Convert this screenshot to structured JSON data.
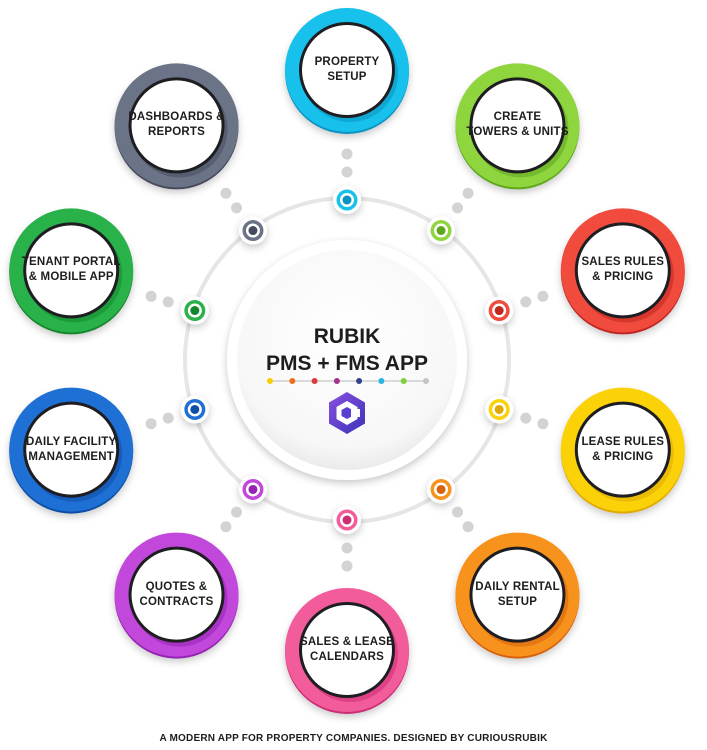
{
  "center": {
    "title_line1": "RUBIK",
    "title_line2": "PMS + FMS APP",
    "logo_icon": "rubik-hexagon-logo-icon",
    "dot_colors": [
      "#f5d000",
      "#f06d1a",
      "#e0383a",
      "#a5328c",
      "#33418d",
      "#29b3e6",
      "#7dcf3b",
      "#c4c4c4"
    ]
  },
  "nodes": [
    {
      "id": "property-setup",
      "lines": [
        "PROPERTY",
        "SETUP"
      ],
      "color": "#18c0ec",
      "dark": "#0b93c0"
    },
    {
      "id": "create-towers-units",
      "lines": [
        "CREATE",
        "TOWERS & UNITS"
      ],
      "color": "#8fd53e",
      "dark": "#5ea71f"
    },
    {
      "id": "sales-rules-pricing",
      "lines": [
        "SALES RULES",
        "& PRICING"
      ],
      "color": "#f04b3c",
      "dark": "#c02820"
    },
    {
      "id": "lease-rules-pricing",
      "lines": [
        "LEASE RULES",
        "& PRICING"
      ],
      "color": "#fbd208",
      "dark": "#e0a800"
    },
    {
      "id": "daily-rental-setup",
      "lines": [
        "DAILY RENTAL",
        "SETUP"
      ],
      "color": "#f7931c",
      "dark": "#d9620d"
    },
    {
      "id": "sales-lease-calendars",
      "lines": [
        "SALES & LEASE",
        "CALENDARS"
      ],
      "color": "#f25c9b",
      "dark": "#cc2e74"
    },
    {
      "id": "quotes-contracts",
      "lines": [
        "QUOTES &",
        "CONTRACTS"
      ],
      "color": "#c248db",
      "dark": "#9423b2"
    },
    {
      "id": "daily-facility-management",
      "lines": [
        "DAILY FACILITY",
        "MANAGEMENT"
      ],
      "color": "#1f70d4",
      "dark": "#0f4ea6"
    },
    {
      "id": "tenant-portal-mobile-app",
      "lines": [
        "TENANT PORTAL",
        "& MOBILE APP"
      ],
      "color": "#2ab24a",
      "dark": "#13862d"
    },
    {
      "id": "dashboards-reports",
      "lines": [
        "DASHBOARDS &",
        "REPORTS"
      ],
      "color": "#6b7386",
      "dark": "#454c5c"
    }
  ],
  "footer": "A MODERN APP FOR PROPERTY COMPANIES. DESIGNED BY CURIOUSRUBIK"
}
